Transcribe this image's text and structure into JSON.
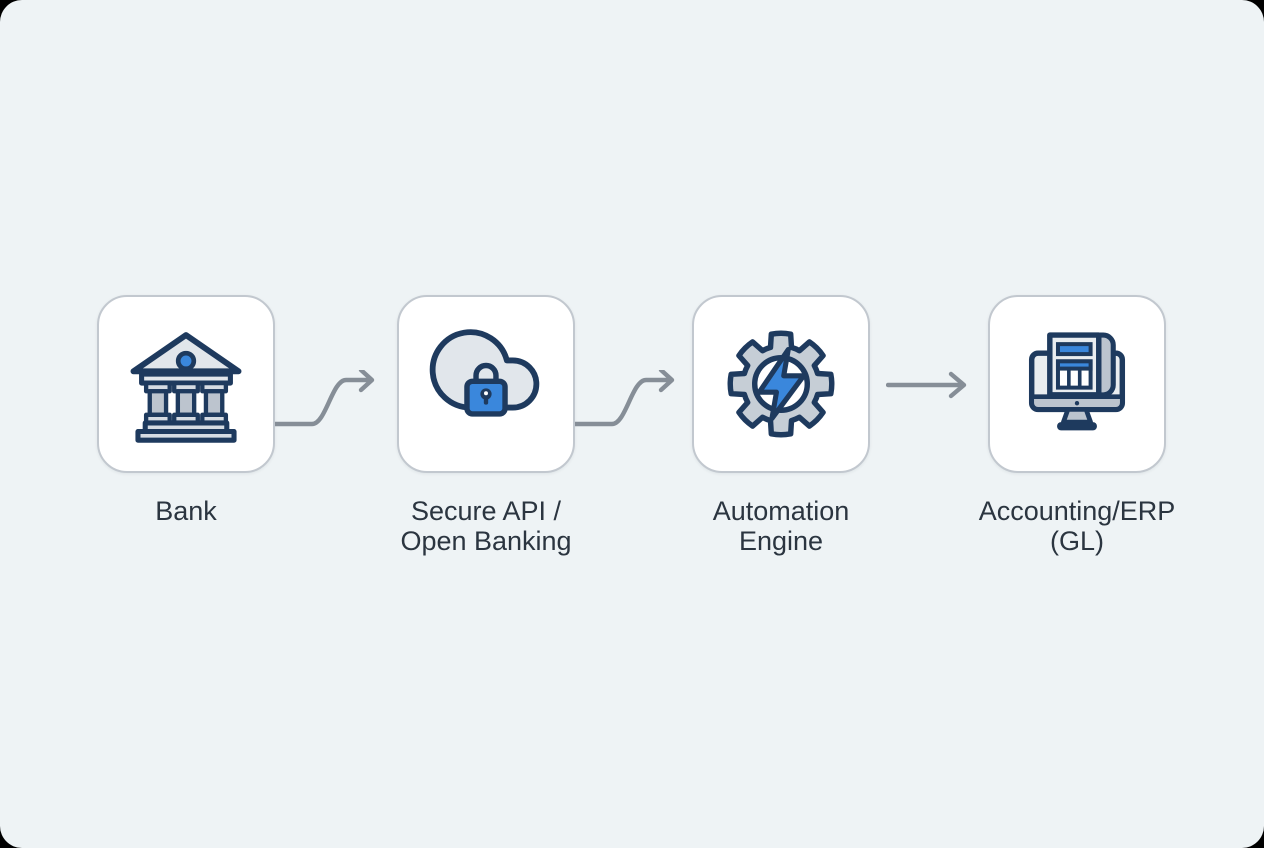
{
  "diagram": {
    "type": "horizontal-flow",
    "nodes": [
      {
        "id": "bank",
        "icon": "bank-icon",
        "label_line1": "Bank",
        "label_line2": ""
      },
      {
        "id": "secure-api",
        "icon": "cloud-lock-icon",
        "label_line1": "Secure API /",
        "label_line2": "Open Banking"
      },
      {
        "id": "automation",
        "icon": "gear-bolt-icon",
        "label_line1": "Automation",
        "label_line2": "Engine"
      },
      {
        "id": "accounting",
        "icon": "monitor-ledger-icon",
        "label_line1": "Accounting/ERP",
        "label_line2": "(GL)"
      }
    ],
    "connectors": [
      {
        "from": "bank",
        "to": "secure-api",
        "style": "s-curve",
        "direction": "right"
      },
      {
        "from": "secure-api",
        "to": "automation",
        "style": "s-curve",
        "direction": "right"
      },
      {
        "from": "automation",
        "to": "accounting",
        "style": "straight",
        "direction": "right"
      }
    ],
    "colors": {
      "background": "#EEF3F5",
      "card_background": "#FFFFFF",
      "card_border": "#C2C8CF",
      "icon_outline_navy": "#1E3A5E",
      "icon_fill_light_gray": "#E1E6EB",
      "icon_fill_mid_gray": "#BCC4CE",
      "accent_blue": "#3A87DC",
      "arrow_gray": "#868E97",
      "label_text": "#2B3540"
    }
  }
}
